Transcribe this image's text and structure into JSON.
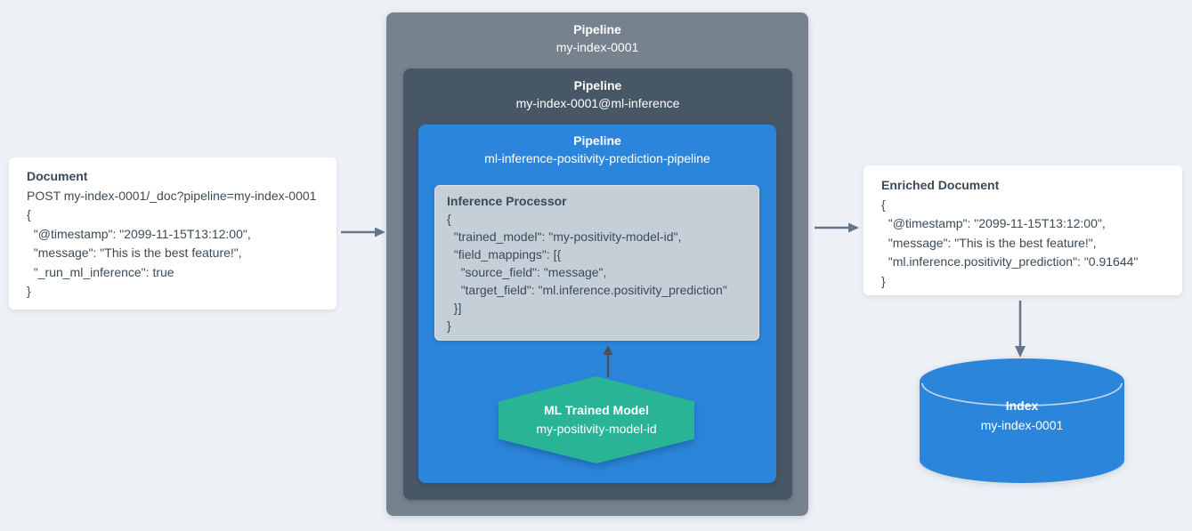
{
  "document_card": {
    "title": "Document",
    "lines": "POST my-index-0001/_doc?pipeline=my-index-0001\n{\n  \"@timestamp\": \"2099-11-15T13:12:00\",\n  \"message\": \"This is the best feature!\",\n  \"_run_ml_inference\": true\n}"
  },
  "outer_pipeline": {
    "title": "Pipeline",
    "name": "my-index-0001"
  },
  "ml_pipeline": {
    "title": "Pipeline",
    "name": "my-index-0001@ml-inference"
  },
  "inference_pipeline": {
    "title": "Pipeline",
    "name": "ml-inference-positivity-prediction-pipeline"
  },
  "inference_processor": {
    "title": "Inference Processor",
    "lines": "{\n  \"trained_model\": \"my-positivity-model-id\",\n  \"field_mappings\": [{\n    \"source_field\": \"message\",\n    \"target_field\": \"ml.inference.positivity_prediction\"\n  }]\n}"
  },
  "trained_model": {
    "title": "ML Trained Model",
    "name": "my-positivity-model-id"
  },
  "enriched_card": {
    "title": "Enriched Document",
    "lines": "{\n  \"@timestamp\": \"2099-11-15T13:12:00\",\n  \"message\": \"This is the best feature!\",\n  \"ml.inference.positivity_prediction\": \"0.91644\"\n}"
  },
  "index": {
    "title": "Index",
    "name": "my-index-0001"
  },
  "colors": {
    "background": "#EDF1F6",
    "outer_pipeline": "#76838F",
    "ml_pipeline": "#485766",
    "inference_pipeline": "#2B86DB",
    "processor_box": "#C5CFD8",
    "model_hexagon": "#29B496",
    "index_cylinder": "#2B86DB",
    "arrow": "#64748B",
    "text_dark": "#3C4A57",
    "card": "#FFFFFF"
  }
}
